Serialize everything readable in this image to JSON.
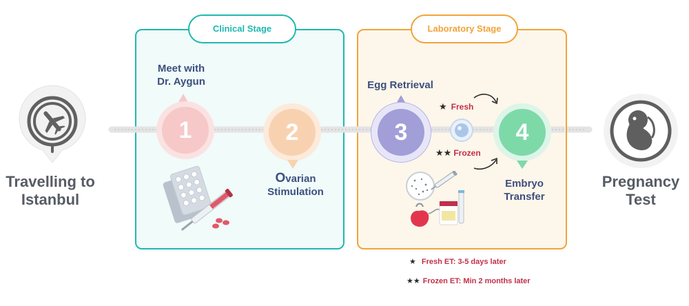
{
  "start": {
    "label_line1": "Travelling to",
    "label_line2": "Istanbul",
    "icon": "airplane-pin-icon"
  },
  "end": {
    "label_line1": "Pregnancy",
    "label_line2": "Test",
    "icon": "embryo-icon"
  },
  "stages": {
    "clinical": {
      "title": "Clinical Stage",
      "color": "#1fb8b0"
    },
    "laboratory": {
      "title": "Laboratory Stage",
      "color": "#f2a33a"
    }
  },
  "steps": [
    {
      "number": "1",
      "label_line1": "Meet with",
      "label_line2": "Dr. Aygun",
      "color": "#f7c8c8"
    },
    {
      "number": "2",
      "label_first": "O",
      "label_rest": "varian",
      "label_line2": "Stimulation",
      "color": "#f8d2b0"
    },
    {
      "number": "3",
      "label_line1": "Egg Retrieval",
      "color": "#a29ed8"
    },
    {
      "number": "4",
      "label_line1": "Embryo",
      "label_line2": "Transfer",
      "color": "#7ed9a8"
    }
  ],
  "branches": {
    "fresh": "Fresh",
    "frozen": "Frozen"
  },
  "notes": {
    "fresh": "Fresh ET: 3-5 days later",
    "frozen": "Frozen ET: Min 2 months later"
  }
}
